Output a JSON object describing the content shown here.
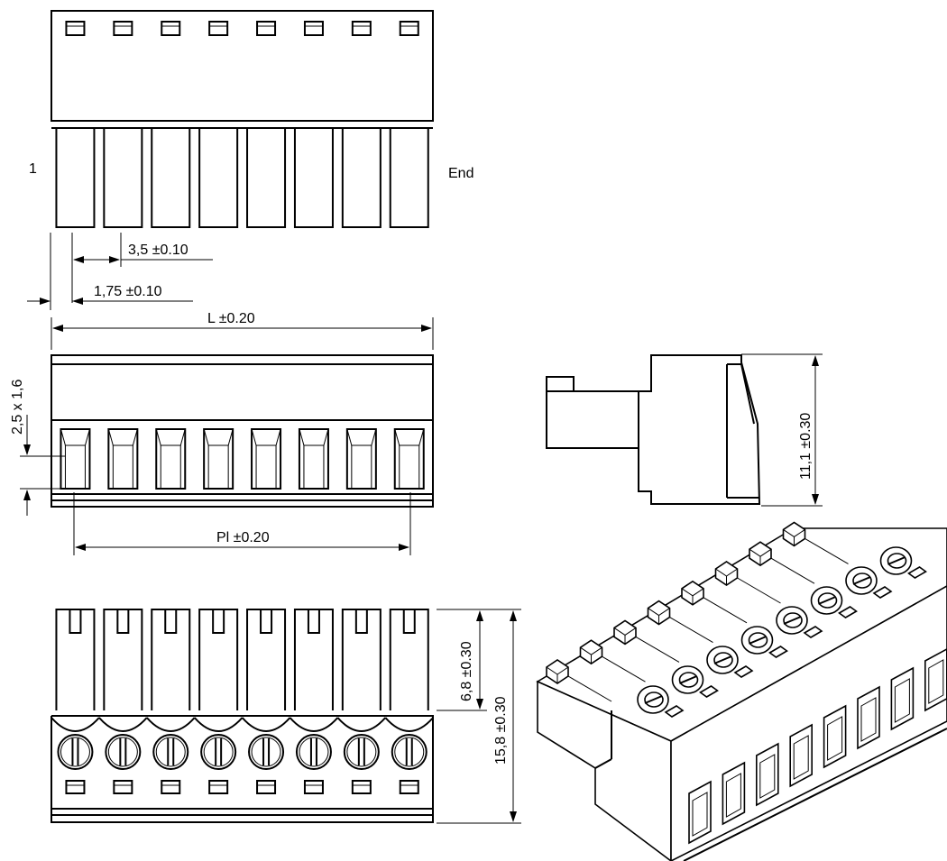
{
  "labels": {
    "pin_first": "1",
    "pin_last": "End"
  },
  "dimensions": {
    "pitch": "3,5 ±0.10",
    "edge_offset": "1,75 ±0.10",
    "length": "L ±0.20",
    "pin_length": "Pl ±0.20",
    "opening": "2,5 x 1,6",
    "side_height": "11,1 ±0.30",
    "plug_height": "6,8 ±0.30",
    "total_height": "15,8 ±0.30"
  },
  "pole_count": 8,
  "colors": {
    "line": "#000000",
    "paper": "#ffffff"
  }
}
